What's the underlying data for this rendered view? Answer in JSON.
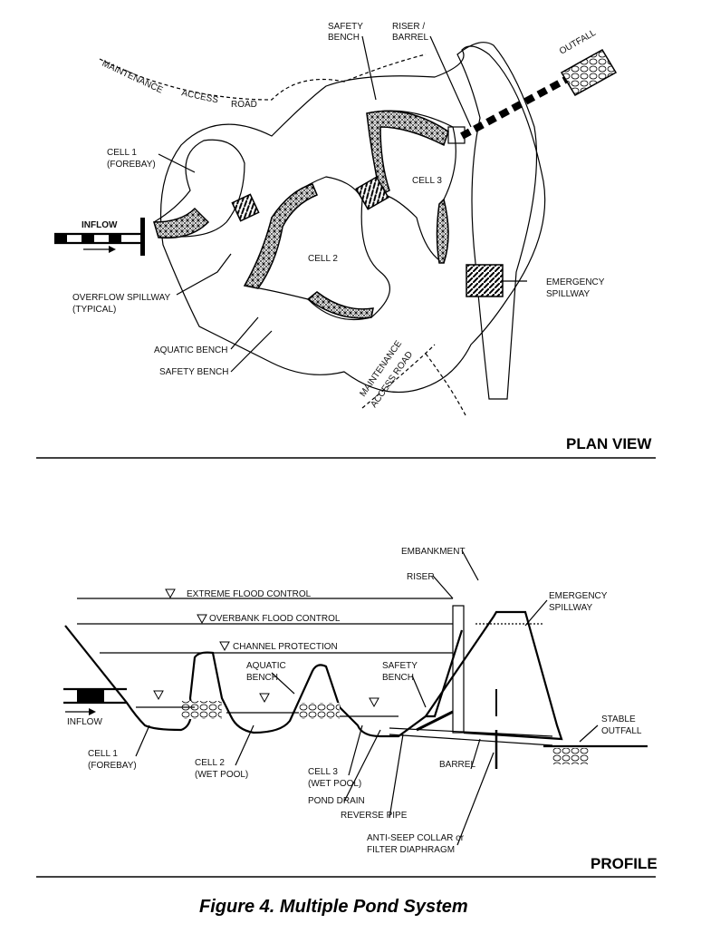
{
  "plan_view": {
    "title": "PLAN VIEW",
    "labels": {
      "safety_bench_top": [
        "SAFETY",
        "BENCH"
      ],
      "riser_barrel": [
        "RISER /",
        "BARREL"
      ],
      "outfall": "OUTFALL",
      "maintenance_road_top": [
        "MAINTENANCE",
        "ACCESS",
        "ROAD"
      ],
      "cell1": [
        "CELL 1",
        "(FOREBAY)"
      ],
      "inflow": "INFLOW",
      "cell2": "CELL 2",
      "cell3": "CELL 3",
      "emergency_spillway": [
        "EMERGENCY",
        "SPILLWAY"
      ],
      "overflow_spillway": [
        "OVERFLOW SPILLWAY",
        "(TYPICAL)"
      ],
      "aquatic_bench": "AQUATIC BENCH",
      "safety_bench_bottom": "SAFETY BENCH",
      "maintenance_road_bottom": [
        "MAINTENANCE",
        "ACCESS ROAD"
      ]
    }
  },
  "profile": {
    "title": "PROFILE",
    "labels": {
      "embankment": "EMBANKMENT",
      "riser": "RISER",
      "extreme_flood": "EXTREME FLOOD CONTROL",
      "overbank_flood": "OVERBANK FLOOD CONTROL",
      "channel_protection": "CHANNEL PROTECTION",
      "emergency_spillway": [
        "EMERGENCY",
        "SPILLWAY"
      ],
      "aquatic_bench": [
        "AQUATIC",
        "BENCH"
      ],
      "safety_bench": [
        "SAFETY",
        "BENCH"
      ],
      "inflow": "INFLOW",
      "stable_outfall": [
        "STABLE",
        "OUTFALL"
      ],
      "cell1": [
        "CELL 1",
        "(FOREBAY)"
      ],
      "cell2": [
        "CELL 2",
        "(WET POOL)"
      ],
      "cell3": [
        "CELL 3",
        "(WET POOL)"
      ],
      "barrel": "BARREL",
      "pond_drain": "POND DRAIN",
      "reverse_pipe": "REVERSE PIPE",
      "anti_seep": [
        "ANTI-SEEP COLLAR or",
        "FILTER DIAPHRAGM"
      ]
    }
  },
  "caption": "Figure 4. Multiple Pond System"
}
